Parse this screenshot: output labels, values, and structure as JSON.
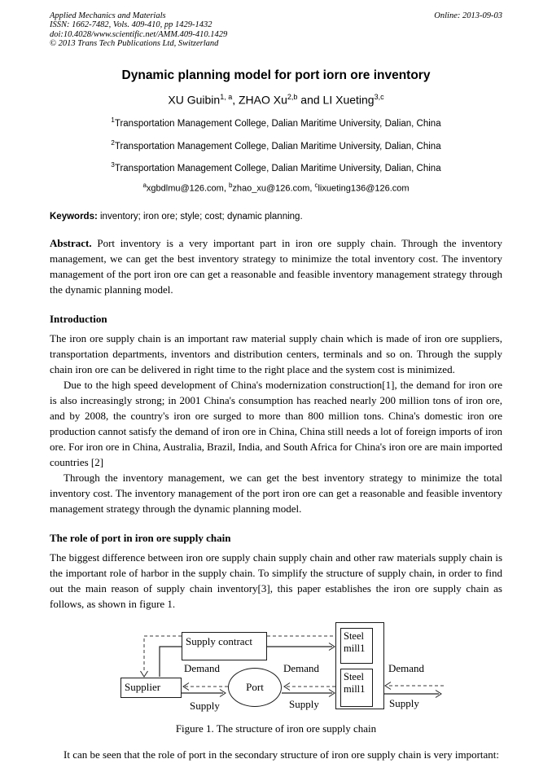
{
  "header": {
    "journal": "Applied Mechanics and Materials",
    "issn": "ISSN: 1662-7482, Vols. 409-410, pp 1429-1432",
    "doi": "doi:10.4028/www.scientific.net/AMM.409-410.1429",
    "copyright": "© 2013 Trans Tech Publications Ltd, Switzerland",
    "online": "Online: 2013-09-03"
  },
  "title": "Dynamic planning model for port iorn ore inventory",
  "authors": {
    "a1": {
      "name": "XU Guibin",
      "sup": "1, a"
    },
    "sep1": ", ",
    "a2": {
      "name": "ZHAO Xu",
      "sup": "2,b"
    },
    "sep2": " and ",
    "a3": {
      "name": "LI Xueting",
      "sup": "3,c"
    }
  },
  "affiliations": [
    {
      "sup": "1",
      "text": "Transportation Management College, Dalian Maritime University, Dalian, China"
    },
    {
      "sup": "2",
      "text": "Transportation Management College, Dalian Maritime University, Dalian, China"
    },
    {
      "sup": "3",
      "text": "Transportation Management College, Dalian Maritime University, Dalian, China"
    }
  ],
  "emails": {
    "e1": {
      "sup": "a",
      "text": "xgbdlmu@126.com"
    },
    "sep1": ", ",
    "e2": {
      "sup": "b",
      "text": "zhao_xu@126.com"
    },
    "sep2": ", ",
    "e3": {
      "sup": "c",
      "text": "lixueting136@126.com"
    }
  },
  "keywords": {
    "label": "Keywords:",
    "text": " inventory; iron ore; style; cost; dynamic planning."
  },
  "abstract": {
    "label": "Abstract.",
    "text": " Port inventory is a very important part in iron ore supply chain. Through the inventory management, we can get the best inventory strategy to minimize the total inventory cost. The inventory management of the port iron ore can get a reasonable and feasible inventory management strategy through the dynamic planning model."
  },
  "intro": {
    "heading": "Introduction",
    "para1": "The iron ore supply chain is an important raw material supply chain which is made of iron ore suppliers, transportation departments, inventors and distribution centers, terminals and so on. Through the supply chain iron ore can be delivered in right time to the right place and  the system cost is minimized.",
    "para2": "Due to the high speed development of China's modernization construction[1], the demand for iron ore is also increasingly strong; in 2001 China's consumption has reached nearly 200 million tons of iron ore, and by 2008, the country's iron ore surged to more than 800 million tons. China's domestic iron ore production cannot satisfy the demand of iron ore in China, China still needs a lot of foreign imports of iron ore. For iron ore in China, Australia, Brazil, India, and South Africa for China's iron ore are main imported countries [2]",
    "para3": "Through the inventory management, we can get the best inventory strategy to minimize the total inventory cost. The inventory management of the port iron ore can get a reasonable and feasible inventory management strategy through the dynamic planning model."
  },
  "role": {
    "heading": "The role of port in iron ore supply chain",
    "para1": "The biggest difference between iron ore supply chain supply chain and other raw materials supply chain is the important role of harbor in the supply chain. To simplify the structure of supply chain, in order to find out the main reason of supply chain inventory[3], this paper establishes the iron ore supply chain as follows, as shown in figure 1."
  },
  "figure": {
    "caption": "Figure 1. The structure of iron ore supply chain",
    "nodes": {
      "supply_contract": "Supply contract",
      "supplier": "Supplier",
      "port": "Port",
      "steel_mill_top": "Steel mill1",
      "steel_mill_bottom": "Steel mill1"
    },
    "labels": {
      "demand1": "Demand",
      "supply1": "Supply",
      "demand2": "Demand",
      "supply2": "Supply",
      "demand3": "Demand",
      "supply3": "Supply"
    }
  },
  "closing": "It can be seen that the role of port in the secondary structure of iron ore supply chain is very important:"
}
